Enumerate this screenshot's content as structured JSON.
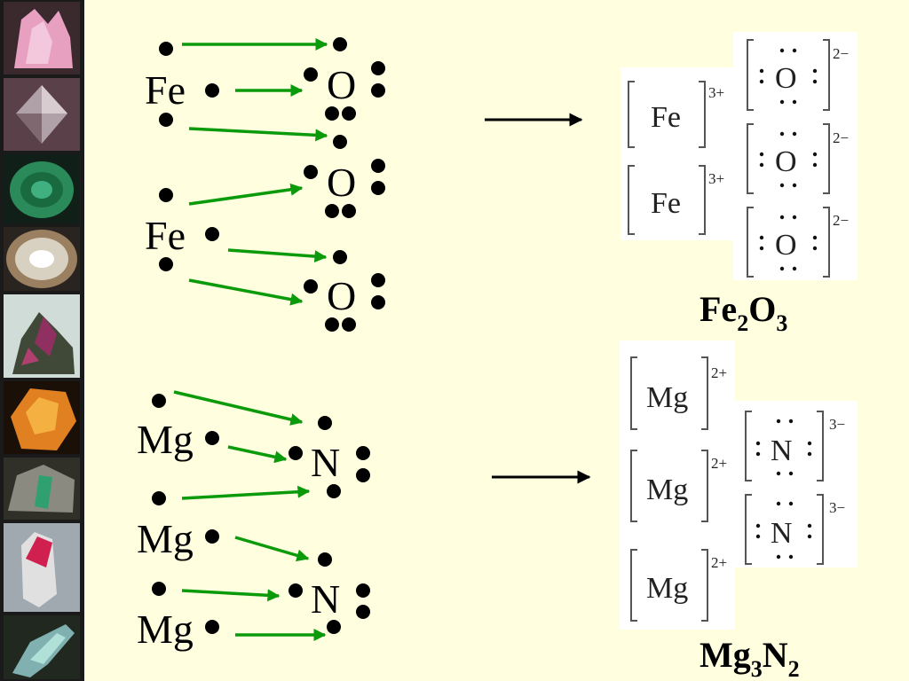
{
  "mineral_photos": [
    {
      "name": "rose-quartz-photo",
      "color": "#e8a0c0"
    },
    {
      "name": "crystal-octahedron-photo",
      "color": "#b0a0a8"
    },
    {
      "name": "malachite-photo",
      "color": "#2a8a5a"
    },
    {
      "name": "agate-photo",
      "color": "#d8d0c0"
    },
    {
      "name": "rhodochrosite-photo",
      "color": "#903060"
    },
    {
      "name": "amber-photo",
      "color": "#e08020"
    },
    {
      "name": "emerald-matrix-photo",
      "color": "#507060"
    },
    {
      "name": "tourmaline-photo",
      "color": "#d02050"
    },
    {
      "name": "aquamarine-photo",
      "color": "#80b0b0"
    }
  ],
  "fe2o3": {
    "reactants": {
      "metal_1": "Fe",
      "metal_2": "Fe",
      "nonmetal_1": "O",
      "nonmetal_2": "O",
      "nonmetal_3": "O"
    },
    "products": {
      "cation_1": {
        "symbol": "Fe",
        "charge": "3+"
      },
      "cation_2": {
        "symbol": "Fe",
        "charge": "3+"
      },
      "anion_1": {
        "symbol": "O",
        "charge": "2−"
      },
      "anion_2": {
        "symbol": "O",
        "charge": "2−"
      },
      "anion_3": {
        "symbol": "O",
        "charge": "2−"
      }
    },
    "formula": {
      "el1": "Fe",
      "sub1": "2",
      "el2": "O",
      "sub2": "3"
    }
  },
  "mg3n2": {
    "reactants": {
      "metal_1": "Mg",
      "metal_2": "Mg",
      "metal_3": "Mg",
      "nonmetal_1": "N",
      "nonmetal_2": "N"
    },
    "products": {
      "cation_1": {
        "symbol": "Mg",
        "charge": "2+"
      },
      "cation_2": {
        "symbol": "Mg",
        "charge": "2+"
      },
      "cation_3": {
        "symbol": "Mg",
        "charge": "2+"
      },
      "anion_1": {
        "symbol": "N",
        "charge": "3−"
      },
      "anion_2": {
        "symbol": "N",
        "charge": "3−"
      }
    },
    "formula": {
      "el1": "Mg",
      "sub1": "3",
      "el2": "N",
      "sub2": "2"
    }
  },
  "colors": {
    "background": "#ffffe0",
    "transfer_arrow": "#0a9a0a",
    "reaction_arrow": "#000000"
  }
}
